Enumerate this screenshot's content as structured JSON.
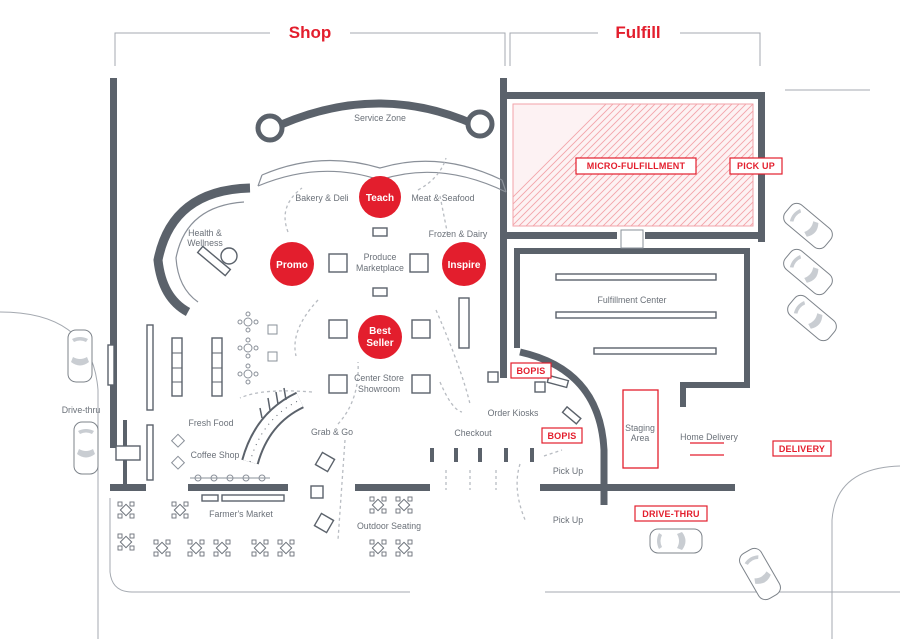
{
  "sections": {
    "shop": "Shop",
    "fulfill": "Fulfill"
  },
  "circles": {
    "teach": "Teach",
    "promo": "Promo",
    "inspire": "Inspire",
    "best_seller_line1": "Best",
    "best_seller_line2": "Seller"
  },
  "zones": {
    "service_zone": "Service Zone",
    "bakery_deli": "Bakery & Deli",
    "meat_seafood": "Meat & Seafood",
    "frozen_dairy": "Frozen & Dairy",
    "health_line1": "Health &",
    "health_line2": "Wellness",
    "produce_line1": "Produce",
    "produce_line2": "Marketplace",
    "center_line1": "Center Store",
    "center_line2": "Showroom",
    "fresh_food": "Fresh Food",
    "coffee_shop": "Coffee Shop",
    "grab_go": "Grab & Go",
    "farmers_market": "Farmer's Market",
    "outdoor_seating": "Outdoor Seating",
    "checkout": "Checkout",
    "order_kiosks": "Order Kiosks",
    "pick_up_inner": "Pick Up",
    "pick_up_outer": "Pick Up",
    "drive_thru": "Drive-thru",
    "fulfillment_center": "Fulfillment Center",
    "staging_line1": "Staging",
    "staging_line2": "Area",
    "home_delivery": "Home Delivery"
  },
  "tags": {
    "micro_fulfillment": "MICRO-FULFILLMENT",
    "pick_up": "PICK UP",
    "bopis_upper": "BOPIS",
    "bopis_lower": "BOPIS",
    "delivery": "DELIVERY",
    "drive_thru": "DRIVE-THRU"
  },
  "colors": {
    "accent": "#e31e2d",
    "wall": "#5b626b",
    "text": "#6b7179",
    "hatch": "#f2a3a9"
  }
}
